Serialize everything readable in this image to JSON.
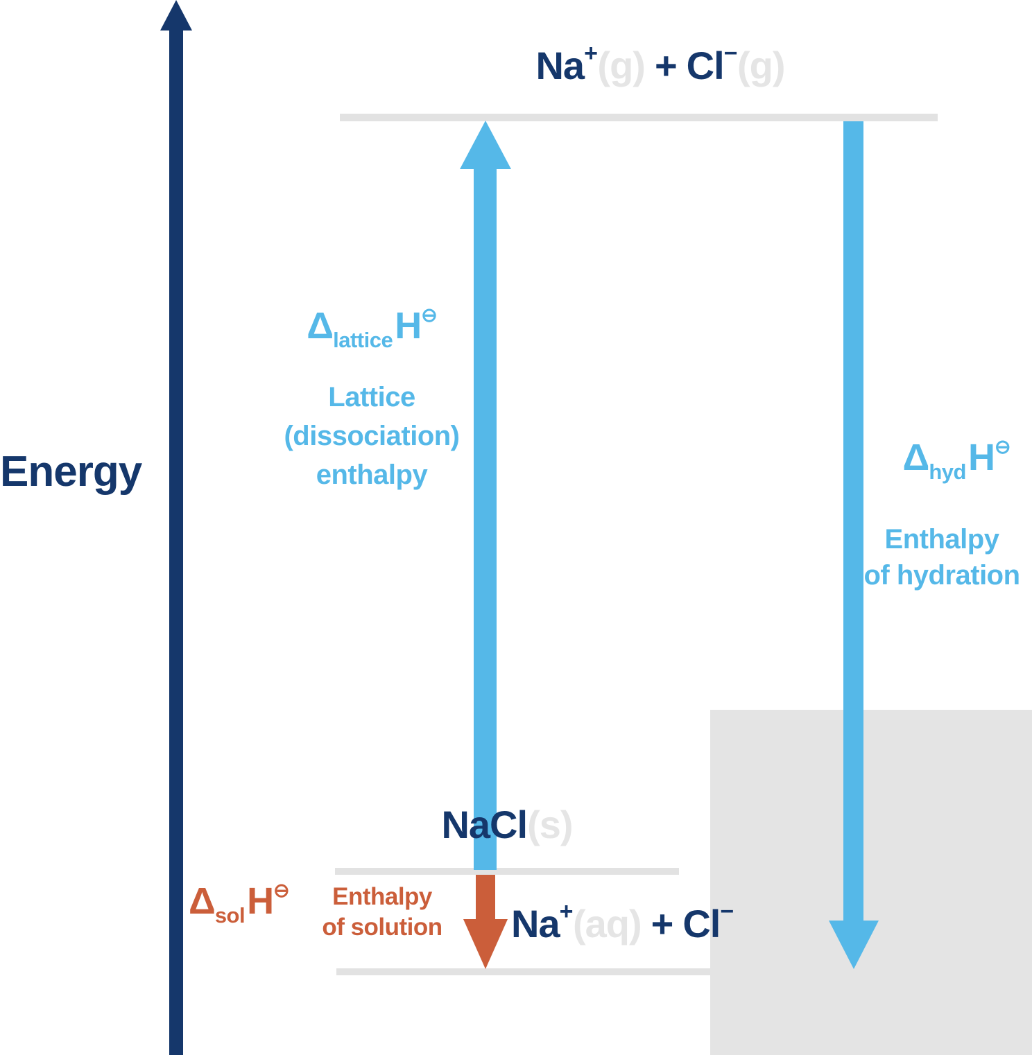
{
  "colors": {
    "navy": "#15376b",
    "blue": "#55b8e8",
    "orange": "#cb5e3a",
    "line-gray": "#e2e2e2",
    "block-gray": "#e4e4e4",
    "state-gray": "#e5e5e5"
  },
  "energy_axis": {
    "label": "Energy"
  },
  "levels": {
    "gas": {
      "na": "Na",
      "na_charge": "+",
      "na_state": "(g)",
      "plus": "+",
      "cl": "Cl",
      "cl_charge": "−",
      "cl_state": "(g)"
    },
    "solid": {
      "formula": "NaCl",
      "state": "(s)"
    },
    "aqueous": {
      "na": "Na",
      "na_charge": "+",
      "na_state": "(aq)",
      "plus": "+",
      "cl": "Cl",
      "cl_charge": "−"
    }
  },
  "lattice": {
    "delta": "Δ",
    "sub": "lattice",
    "h": "H",
    "standard": "⊖",
    "line1": "Lattice",
    "line2": "(dissociation)",
    "line3": "enthalpy"
  },
  "hydration": {
    "delta": "Δ",
    "sub": "hyd",
    "h": "H",
    "standard": "⊖",
    "line1": "Enthalpy",
    "line2": "of hydration"
  },
  "solution": {
    "delta": "Δ",
    "sub": "sol",
    "h": "H",
    "standard": "⊖",
    "line1": "Enthalpy",
    "line2": "of solution"
  }
}
